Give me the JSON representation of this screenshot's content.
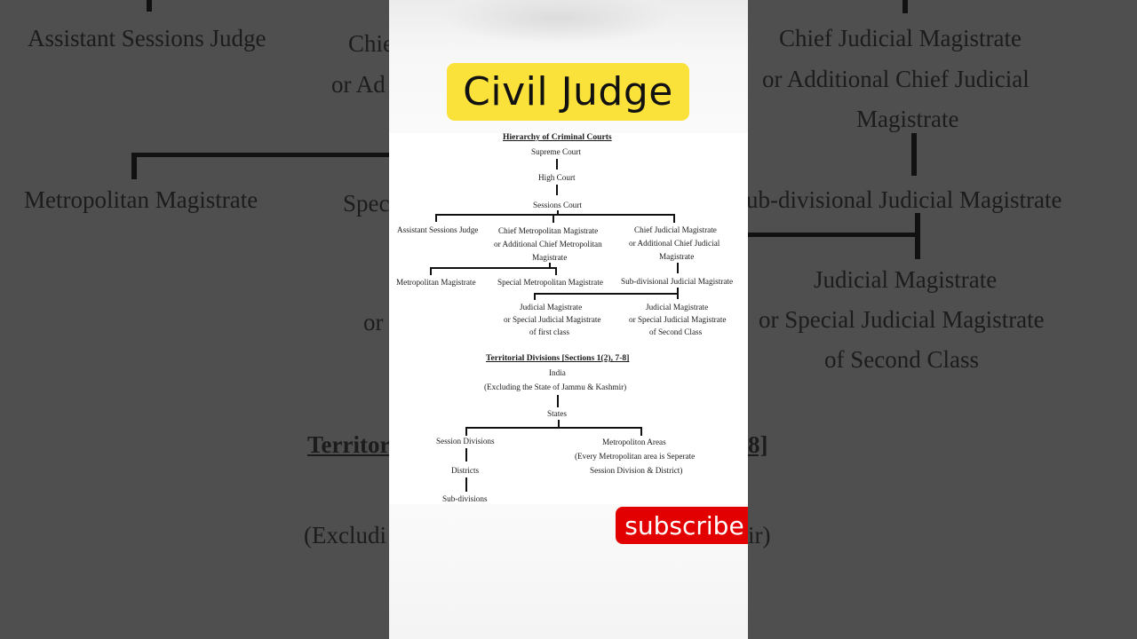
{
  "background_text": {
    "assistant_sessions_judge": "Assistant Sessions Judge",
    "chief_frag": "Chie",
    "or_ad_frag": "or Ad",
    "metropolitan_magistrate": "Metropolitan Magistrate",
    "spec_frag": "Spec",
    "or_frag": "or",
    "territor_frag": "Territor",
    "excludi_frag": "(Excludi",
    "right_cjm_line1": "Chief Judicial Magistrate",
    "right_cjm_line2": "or Additional Chief Judicial",
    "right_cjm_line3": "Magistrate",
    "right_sdjm": "ub-divisional Judicial Magistrate",
    "right_jm_line1": "Judicial Magistrate",
    "right_jm_line2": "or Special Judicial Magistrate",
    "right_jm_line3": "of Second Class",
    "right_b_frag": "8]",
    "right_ir_frag": "ir)"
  },
  "title_badge": "Civil Judge",
  "criminal_courts": {
    "heading": "Hierarchy of Criminal Courts",
    "supreme_court": "Supreme Court",
    "high_court": "High Court",
    "sessions_court": "Sessions Court",
    "assistant_sessions_judge": "Assistant Sessions Judge",
    "cmm": [
      "Chief Metropolitan Magistrate",
      "or Additional Chief Metropolitan",
      "Magistrate"
    ],
    "cjm": [
      "Chief Judicial Magistrate",
      "or Additional Chief Judicial",
      "Magistrate"
    ],
    "metropolitan_magistrate": "Metropolitan Magistrate",
    "special_metropolitan_magistrate": "Special Metropolitan Magistrate",
    "sub_divisional_jm": "Sub-divisional Judicial Magistrate",
    "jm_first": [
      "Judicial Magistrate",
      "or Special Judicial Magistrate",
      "of first class"
    ],
    "jm_second": [
      "Judicial Magistrate",
      "or Special Judicial Magistrate",
      "of Second Class"
    ]
  },
  "territorial": {
    "heading": "Territorial Divisions [Sections 1(2), 7-8]",
    "india": "India",
    "excluding": "(Excluding the State of Jammu & Kashmir)",
    "states": "States",
    "session_divisions": "Session Divisions",
    "districts": "Districts",
    "sub_divisions": "Sub-divisions",
    "metropolitan_areas": "Metropoliton Areas",
    "metro_note_1": "(Every Metropolitan area is Seperate",
    "metro_note_2": "Session Division & District)"
  },
  "subscribe_label": "subscribe",
  "colors": {
    "badge": "#fbe23a",
    "subscribe": "#e30000",
    "background": "#4f4f4f"
  }
}
